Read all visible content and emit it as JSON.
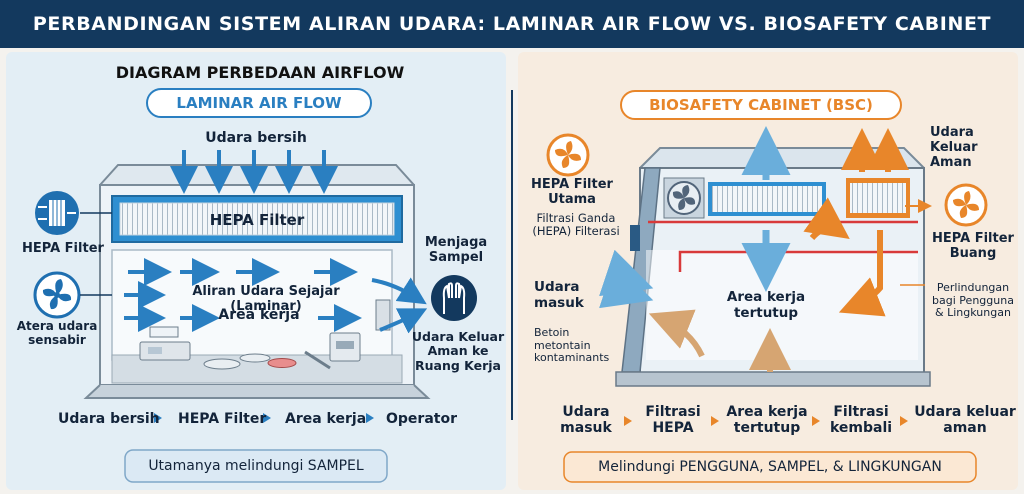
{
  "header": {
    "title": "PERBANDINGAN SISTEM ALIRAN UDARA: LAMINAR AIR FLOW VS. BIOSAFETY CABINET"
  },
  "left": {
    "heading": "DIAGRAM PERBEDAAN AIRFLOW",
    "pill": "LAMINAR AIR FLOW",
    "udara_bersih_top": "Udara bersih",
    "hepa_icon_label": "HEPA Filter",
    "fan_icon_label": "Atera udara sensabir",
    "hepa_bar": "HEPA Filter",
    "aliran": "Aliran Udara Sejajar (Laminar)",
    "area_kerja": "Area kerja",
    "menjaga": "Menjaga Sampel",
    "udara_keluar": "Udara Keluar Aman ke Ruang Kerja",
    "flow": [
      "Udara bersih",
      "HEPA Filter",
      "Area kerja",
      "Operator"
    ],
    "flow_arrow": "→",
    "note": "Utamanya melindungi SAMPEL"
  },
  "right": {
    "pill": "BIOSAFETY CABINET (BSC)",
    "hepa_utama": "HEPA Filter Utama",
    "filtrasi_ganda": "Filtrasi Ganda (HEPA) Filterasi",
    "udara_masuk": "Udara masuk",
    "betoin": "Betoin metontain kontaminants",
    "area_tertutup": "Area kerja tertutup",
    "udara_keluar_aman": "Udara Keluar Aman",
    "hepa_buang": "HEPA Filter Buang",
    "perlindungan": "Perlindungan bagi Pengguna & Lingkungan",
    "flow": [
      "Udara masuk",
      "Filtrasi HEPA",
      "Area kerja tertutup",
      "Filtrasi kembali",
      "Udara keluar aman"
    ],
    "flow_arrow": "→",
    "note": "Melindungi PENGGUNA, SAMPEL, & LINGKUNGAN"
  },
  "colors": {
    "navy": "#13395e",
    "blue": "#2a7fc1",
    "light_blue": "#7fbde4",
    "orange": "#e8862a",
    "red": "#d83a3a"
  }
}
